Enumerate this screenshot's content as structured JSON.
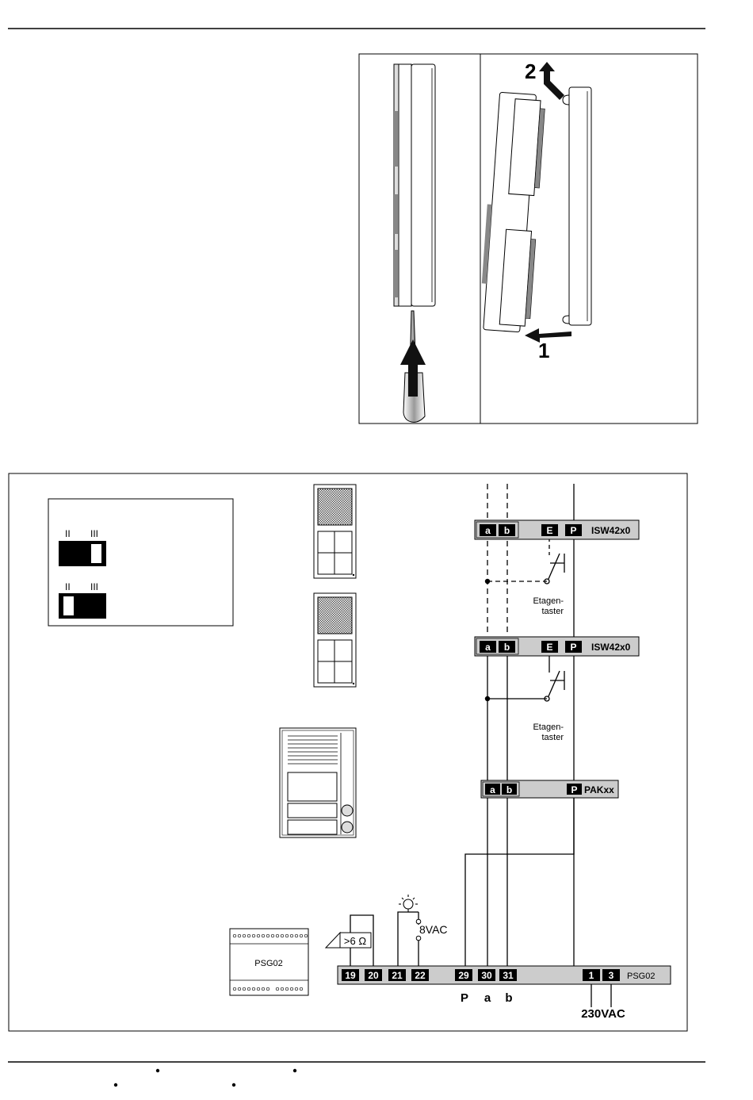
{
  "steps": {
    "step1": "1",
    "step2": "2"
  },
  "switch_box": {
    "label_ii": "II",
    "label_iii": "III"
  },
  "terminals": {
    "a": "a",
    "b": "b",
    "e": "E",
    "p": "P"
  },
  "devices": {
    "isw_top": "ISW42x0",
    "isw_bottom": "ISW42x0",
    "pak": "PAKxx",
    "psg_module": "PSG02",
    "psg_bar": "PSG02"
  },
  "floor_button": {
    "line1": "Etagen-",
    "line2": "taster"
  },
  "psg_terminals": [
    "19",
    "20",
    "21",
    "22",
    "29",
    "30",
    "31",
    "1",
    "3"
  ],
  "resistor_label": ">6 Ω",
  "lamp_voltage": "8VAC",
  "bus_labels": {
    "p": "P",
    "a": "a",
    "b": "b"
  },
  "mains": "230VAC"
}
